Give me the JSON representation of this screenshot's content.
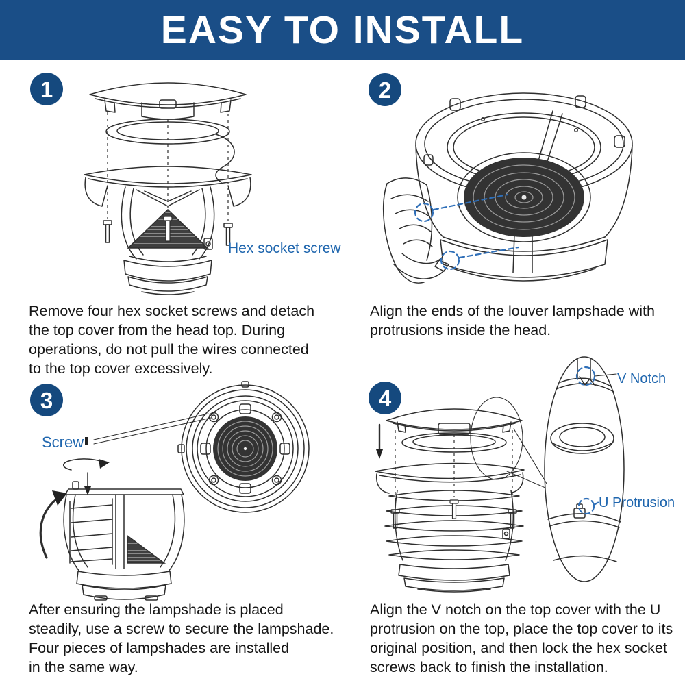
{
  "banner": {
    "title": "EASY TO INSTALL"
  },
  "colors": {
    "banner_blue": "#1a4e87",
    "badge_blue": "#15497e",
    "label_blue": "#1f66ae",
    "dashed_guide_blue": "#2f6fb8",
    "line_art": "#2e2e2e"
  },
  "icons": {
    "step_badge": "numbered-circle",
    "rotation_arrow": "curved-ccw-arrow",
    "rotate_axis": "rotation-ellipse-with-arrow",
    "down_arrow": "downward-arrow",
    "magnifier": "detail-zoom-ellipse",
    "screw_glyph": "small-screw"
  },
  "steps": [
    {
      "number": "1",
      "caption": "Remove four hex socket screws and detach\nthe top cover from the head top. During\noperations, do not pull the wires connected\nto the top cover excessively.",
      "labels": [
        {
          "text": "Hex socket screw"
        }
      ]
    },
    {
      "number": "2",
      "caption": "Align the ends of the louver lampshade with\nprotrusions inside the head.",
      "labels": []
    },
    {
      "number": "3",
      "caption": "After ensuring the lampshade is placed\nsteadily, use a screw to secure the lampshade.\nFour pieces of lampshades are installed\nin the same way.",
      "labels": [
        {
          "text": "Screw"
        }
      ]
    },
    {
      "number": "4",
      "caption": "Align the V notch on the top cover with the U\nprotrusion on the top, place the top cover to its\noriginal position, and then lock the hex socket\nscrews back to finish the installation.",
      "labels": [
        {
          "text": "V Notch"
        },
        {
          "text": "U Protrusion"
        }
      ]
    }
  ]
}
